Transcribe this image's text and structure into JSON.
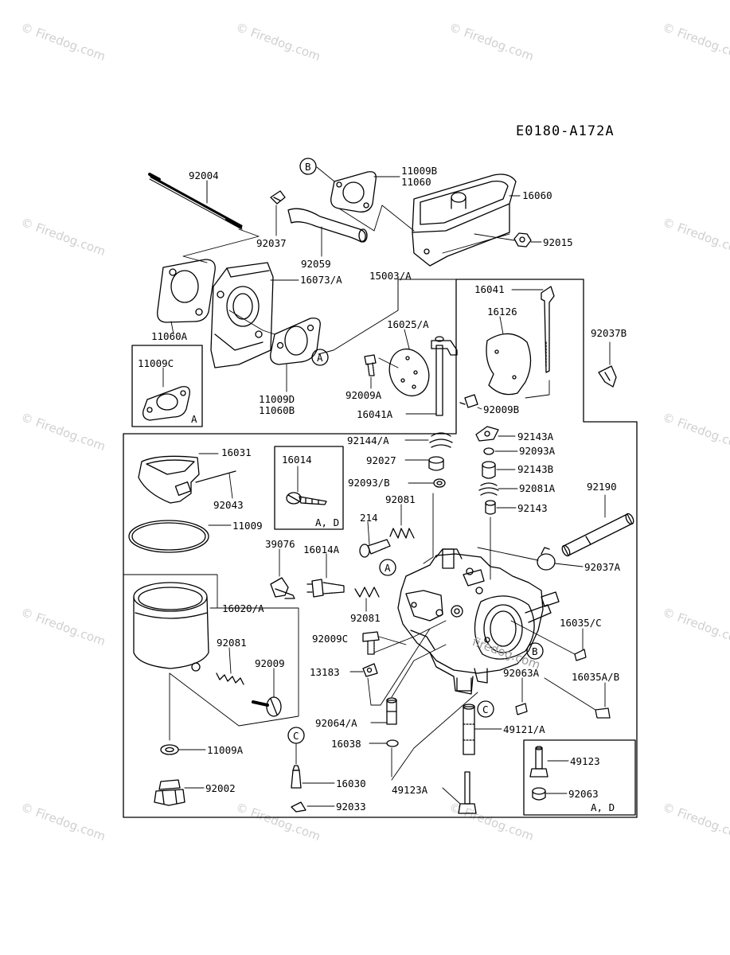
{
  "diagram": {
    "code": "E0180-A172A",
    "watermark": "© Firedog.com",
    "center_watermark": "firedog.com",
    "callouts": {
      "a": "A",
      "b": "B",
      "c": "C"
    },
    "labels": {
      "p92004": "92004",
      "p11009b": "11009B",
      "p11060": "11060",
      "p16060": "16060",
      "p92037": "92037",
      "p92059": "92059",
      "p92015": "92015",
      "p16073a": "16073/A",
      "p15003a": "15003/A",
      "p11060a": "11060A",
      "p16041": "16041",
      "p16025a": "16025/A",
      "p16126": "16126",
      "p92037b": "92037B",
      "p11009c": "11009C",
      "boxA1": "A",
      "p11009d": "11009D",
      "p11060b": "11060B",
      "p92009a": "92009A",
      "p16041a": "16041A",
      "p92009b": "92009B",
      "p16031": "16031",
      "p92144a": "92144/A",
      "p92143a": "92143A",
      "p16014": "16014",
      "p92027": "92027",
      "p92093a": "92093A",
      "p92143b": "92143B",
      "p92043": "92043",
      "p92093b": "92093/B",
      "p92081a": "92081A",
      "p92190": "92190",
      "boxAD1": "A, D",
      "p92081top": "92081",
      "p92143": "92143",
      "p11009": "11009",
      "p214": "214",
      "p39076": "39076",
      "p16014a": "16014A",
      "p92037a": "92037A",
      "p16020a": "16020/A",
      "p92081mid": "92081",
      "p16035c": "16035/C",
      "p92081left": "92081",
      "p92009": "92009",
      "p92009c": "92009C",
      "p13183": "13183",
      "p92063a": "92063A",
      "p16035ab": "16035A/B",
      "p92064a": "92064/A",
      "p49121a": "49121/A",
      "p16038": "16038",
      "p11009a": "11009A",
      "p49123": "49123",
      "p16030": "16030",
      "p92002": "92002",
      "p49123a": "49123A",
      "p92063": "92063",
      "p92033": "92033",
      "boxAD2": "A, D"
    }
  }
}
